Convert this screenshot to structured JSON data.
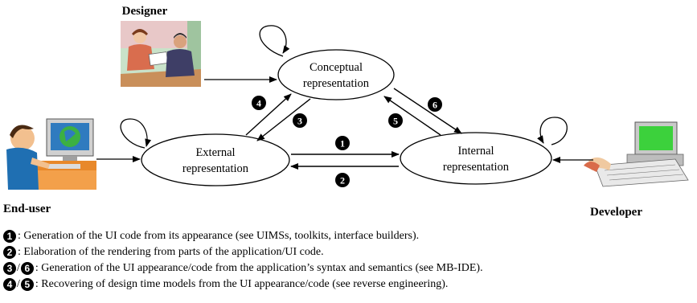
{
  "actors": {
    "designer": "Designer",
    "end_user": "End-user",
    "developer": "Developer"
  },
  "nodes": {
    "conceptual": [
      "Conceptual",
      "representation"
    ],
    "external": [
      "External",
      "representation"
    ],
    "internal": [
      "Internal",
      "representation"
    ]
  },
  "arrow_labels": [
    "1",
    "2",
    "3",
    "4",
    "5",
    "6"
  ],
  "legend": [
    {
      "badges": [
        "1"
      ],
      "text": ": Generation of the UI code from its appearance (see UIMSs, toolkits, interface builders)."
    },
    {
      "badges": [
        "2"
      ],
      "text": ": Elaboration of the rendering from parts of the application/UI code."
    },
    {
      "badges": [
        "3",
        "6"
      ],
      "text": ": Generation of the UI appearance/code from the application’s syntax and semantics (see MB-IDE)."
    },
    {
      "badges": [
        "4",
        "5"
      ],
      "text": ": Recovering of design time models from the UI appearance/code (see reverse engineering)."
    }
  ]
}
